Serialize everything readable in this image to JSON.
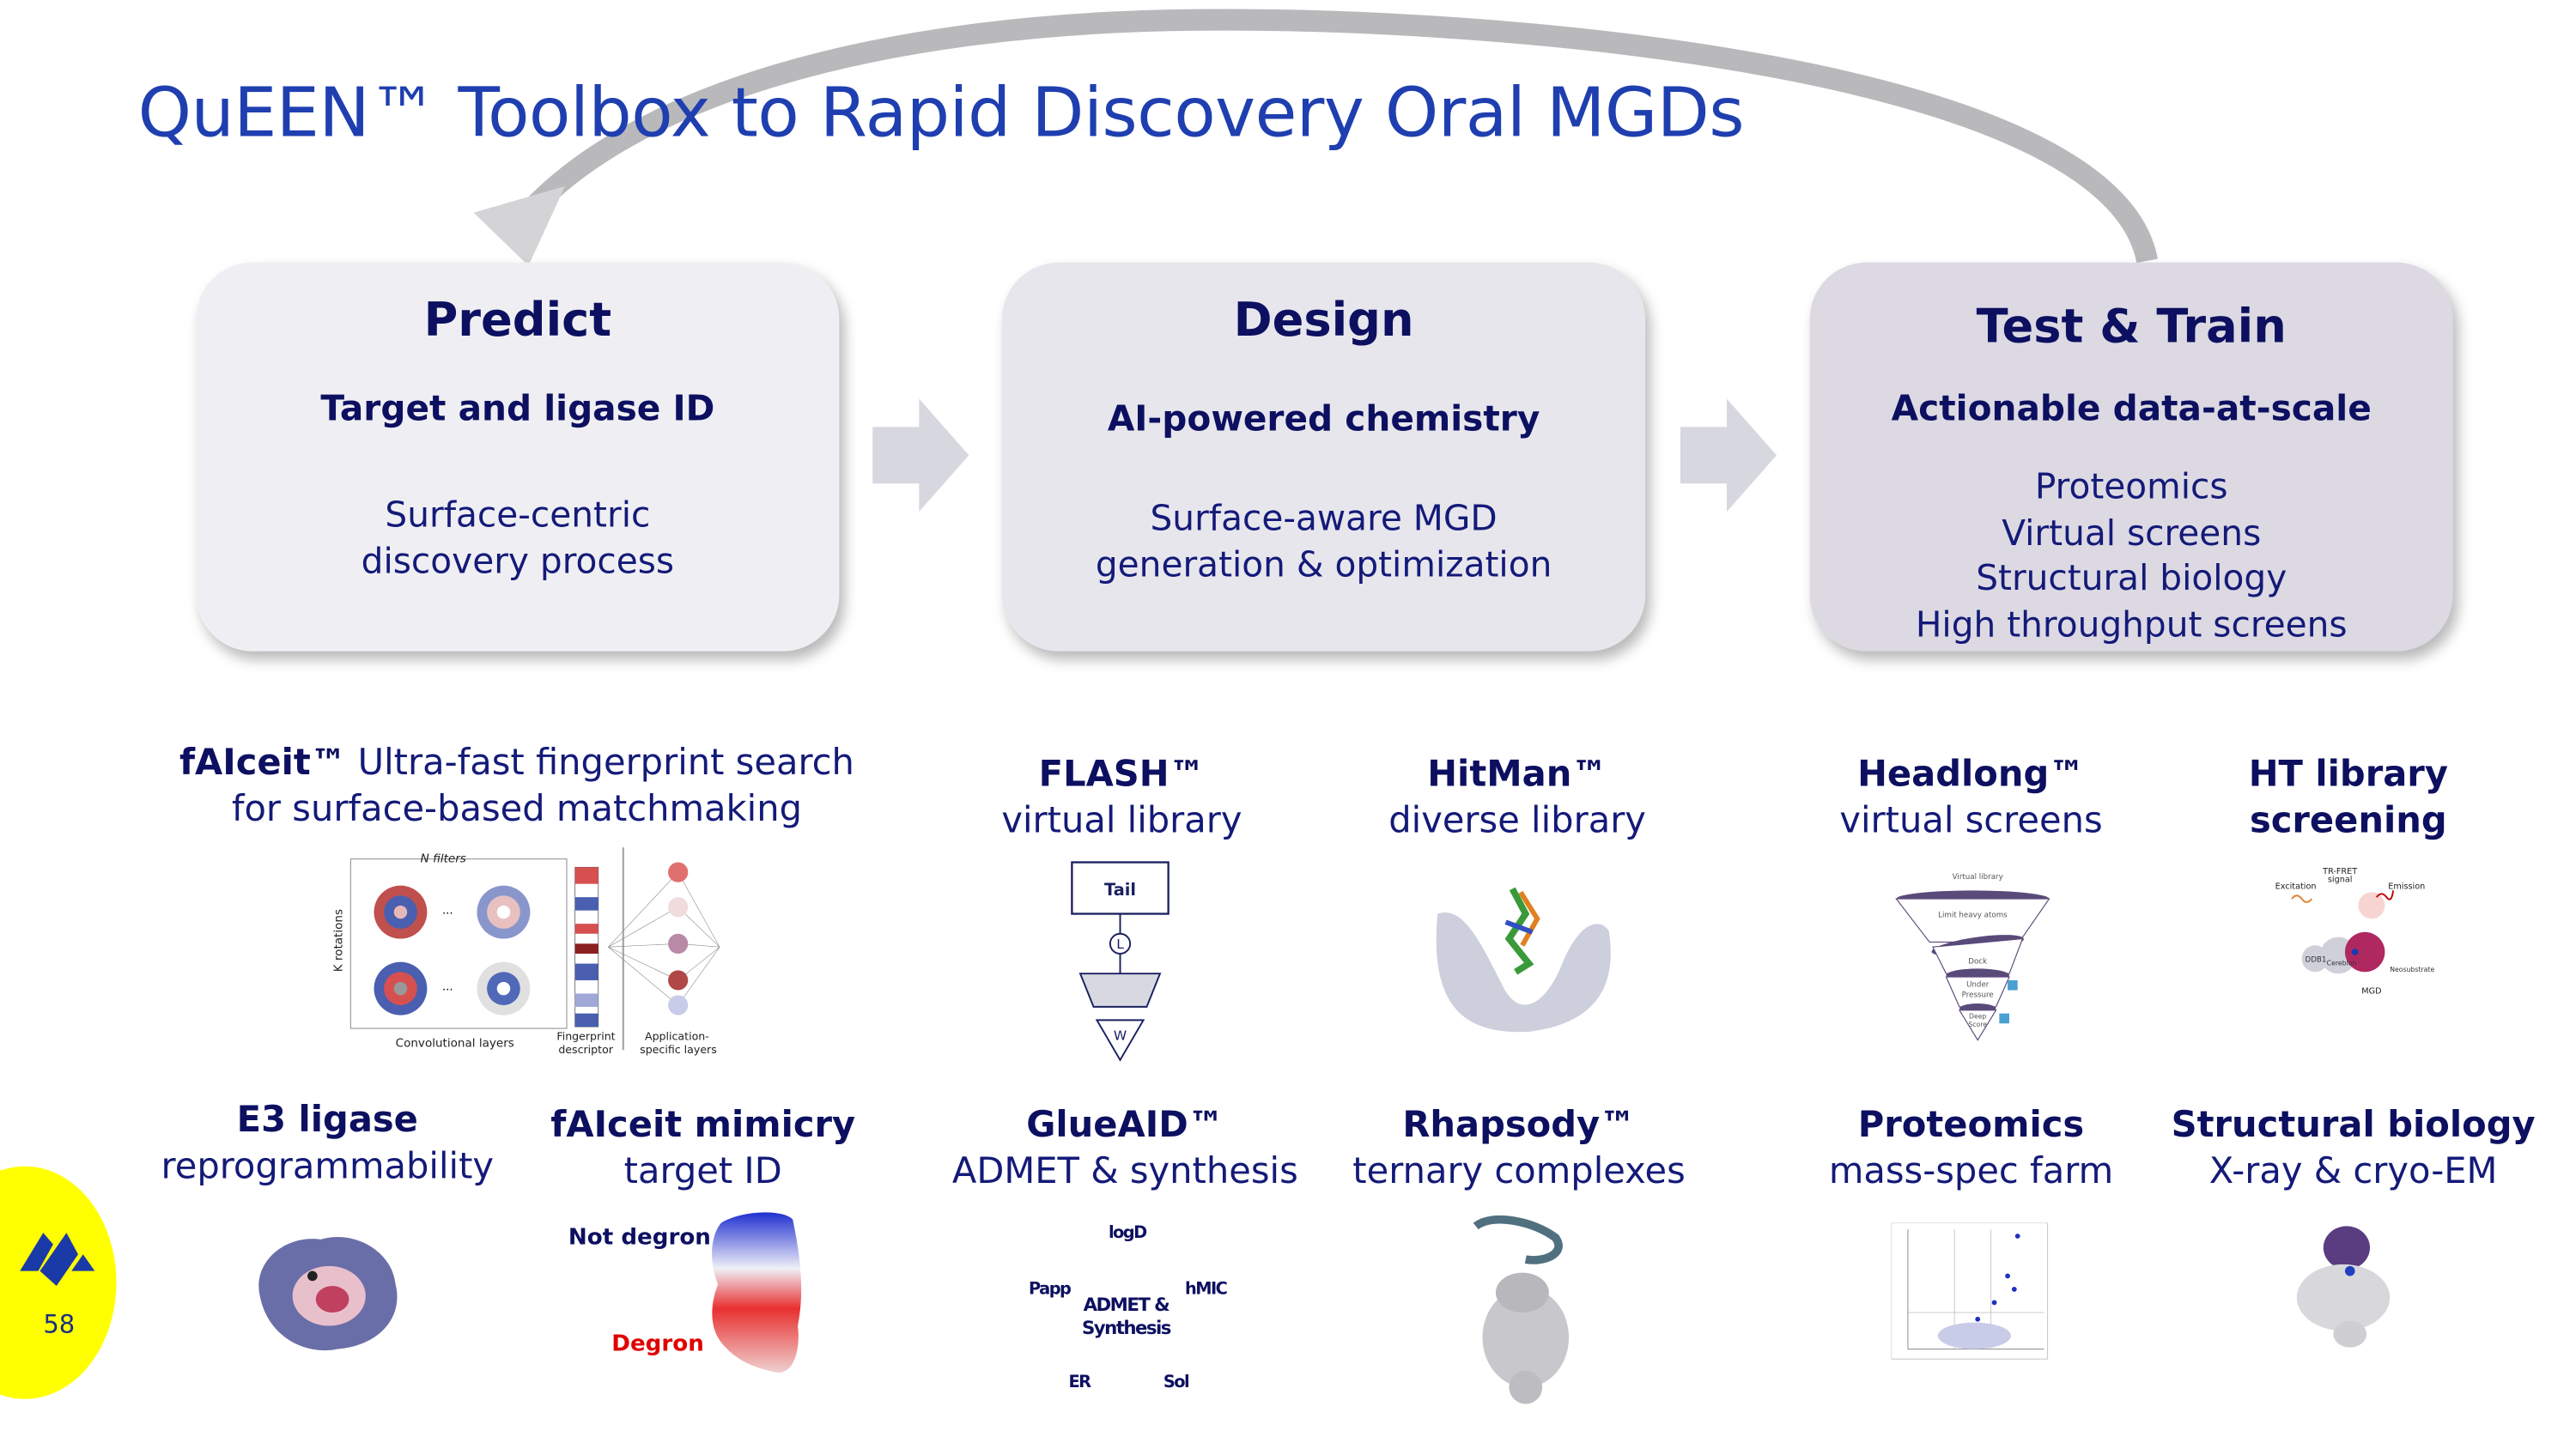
{
  "title": "QuEEN™ Toolbox to Rapid Discovery Oral MGDs",
  "colors": {
    "title": "#1f3fb0",
    "navy": "#0d1060",
    "badge": "#ffff00",
    "logo": "#1a3aa8",
    "degron": "#e00000"
  },
  "cards": [
    {
      "title": "Predict",
      "subtitle": "Target and ligase ID",
      "lines": [
        "Surface-centric",
        "discovery process"
      ]
    },
    {
      "title": "Design",
      "subtitle": "AI-powered chemistry",
      "lines": [
        "Surface-aware MGD",
        "generation & optimization"
      ]
    },
    {
      "title": "Test & Train",
      "subtitle": "Actionable data-at-scale",
      "lines": [
        "Proteomics",
        "Virtual screens",
        "Structural biology",
        "High throughput screens"
      ]
    }
  ],
  "tools": {
    "faiceit": {
      "name": "fAIceit™",
      "desc": "Ultra-fast fingerprint search",
      "desc2": "for surface-based matchmaking",
      "figure": {
        "n_filters": "N filters",
        "k_rotations": "K rotations",
        "conv": "Convolutional layers",
        "fp1": "Fingerprint",
        "fp2": "descriptor",
        "app1": "Application-",
        "app2": "specific layers",
        "dots": "..."
      }
    },
    "flash": {
      "name": "FLASH™",
      "desc": "virtual library",
      "figure": {
        "tail": "Tail",
        "l": "L",
        "w": "W"
      }
    },
    "hitman": {
      "name": "HitMan™",
      "desc": "diverse library"
    },
    "headlong": {
      "name": "Headlong™",
      "desc": "virtual screens",
      "figure": {
        "top": "Virtual library",
        "s1": "Limit heavy atoms",
        "s2": "Dock",
        "s3a": "Under",
        "s3b": "Pressure",
        "s4a": "Deep",
        "s4b": "Score"
      }
    },
    "ht": {
      "name": "HT library",
      "name2": "screening",
      "figure": {
        "tr1": "TR-FRET",
        "tr2": "signal",
        "exc": "Excitation",
        "emi": "Emission",
        "ddb1": "DDB1",
        "crbn": "Cereblon",
        "neo": "Neosubstrate",
        "mgd": "MGD"
      }
    },
    "e3": {
      "name": "E3 ligase",
      "desc": "reprogrammability"
    },
    "mimicry": {
      "name": "fAIceit mimicry",
      "desc": "target ID",
      "figure": {
        "not_degron": "Not degron",
        "degron": "Degron"
      }
    },
    "glueaid": {
      "name": "GlueAID™",
      "desc": "ADMET & synthesis",
      "figure": {
        "center1": "ADMET &",
        "center2": "Synthesis",
        "logd": "logD",
        "papp": "Papp",
        "hmic": "hMIC",
        "er": "ER",
        "sol": "Sol"
      }
    },
    "rhapsody": {
      "name": "Rhapsody™",
      "desc": "ternary complexes"
    },
    "proteomics": {
      "name": "Proteomics",
      "desc": "mass-spec farm"
    },
    "structural": {
      "name": "Structural biology",
      "desc": "X-ray & cryo-EM"
    }
  },
  "page_number": "58"
}
